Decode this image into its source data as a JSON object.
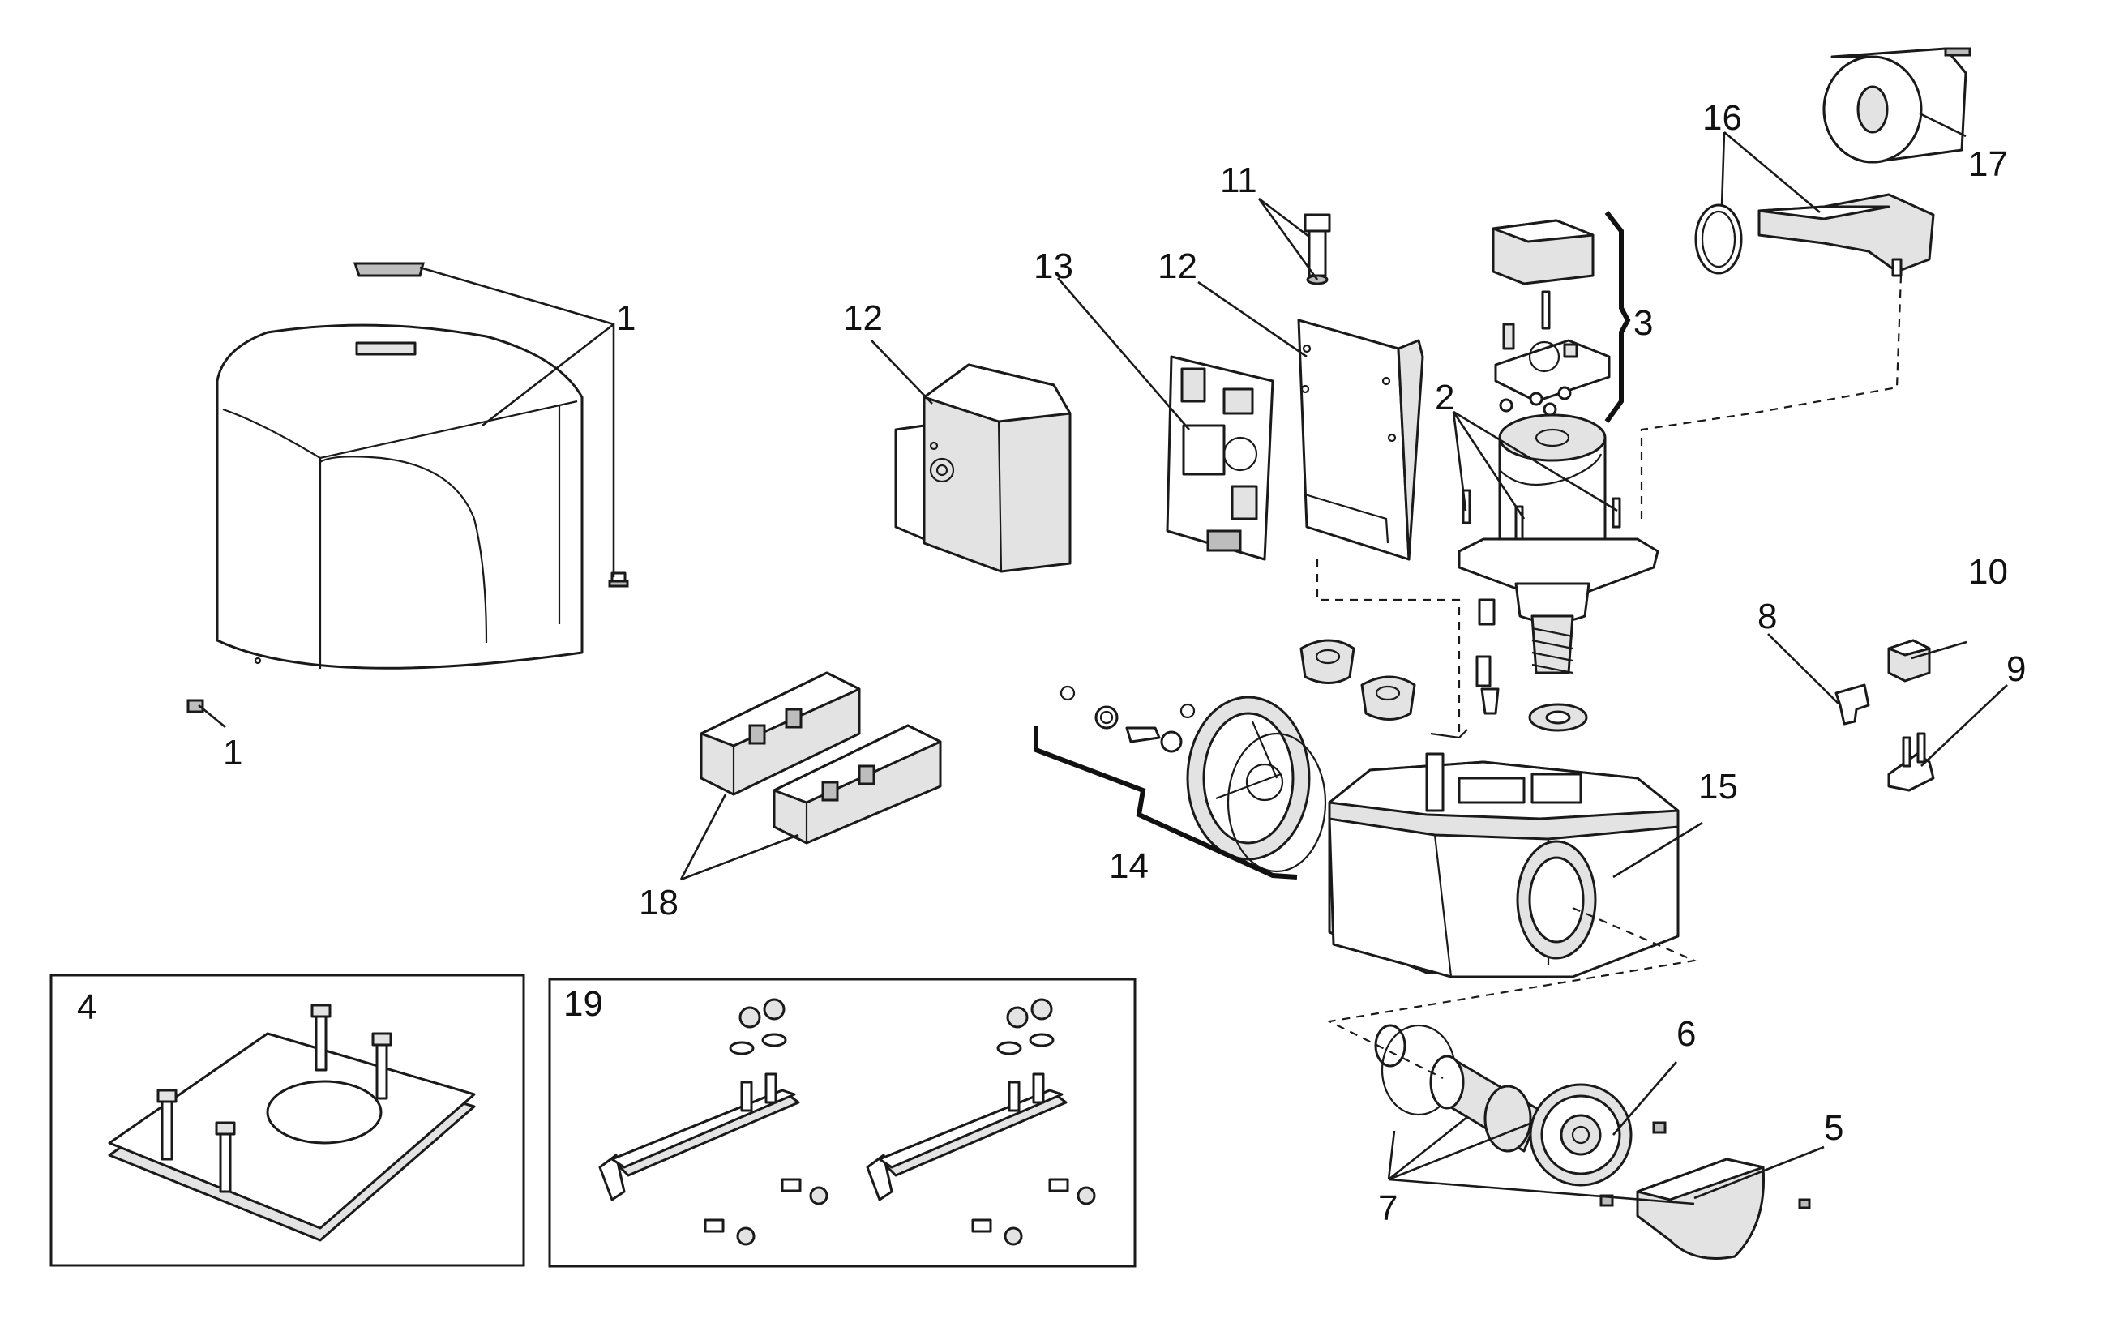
{
  "callouts": {
    "c1a": "1",
    "c1b": "1",
    "c2": "2",
    "c3": "3",
    "c4": "4",
    "c5": "5",
    "c6": "6",
    "c7": "7",
    "c8": "8",
    "c9": "9",
    "c10": "10",
    "c11": "11",
    "c12a": "12",
    "c12b": "12",
    "c13": "13",
    "c14": "14",
    "c15": "15",
    "c16": "16",
    "c17": "17",
    "c18": "18",
    "c19": "19"
  }
}
